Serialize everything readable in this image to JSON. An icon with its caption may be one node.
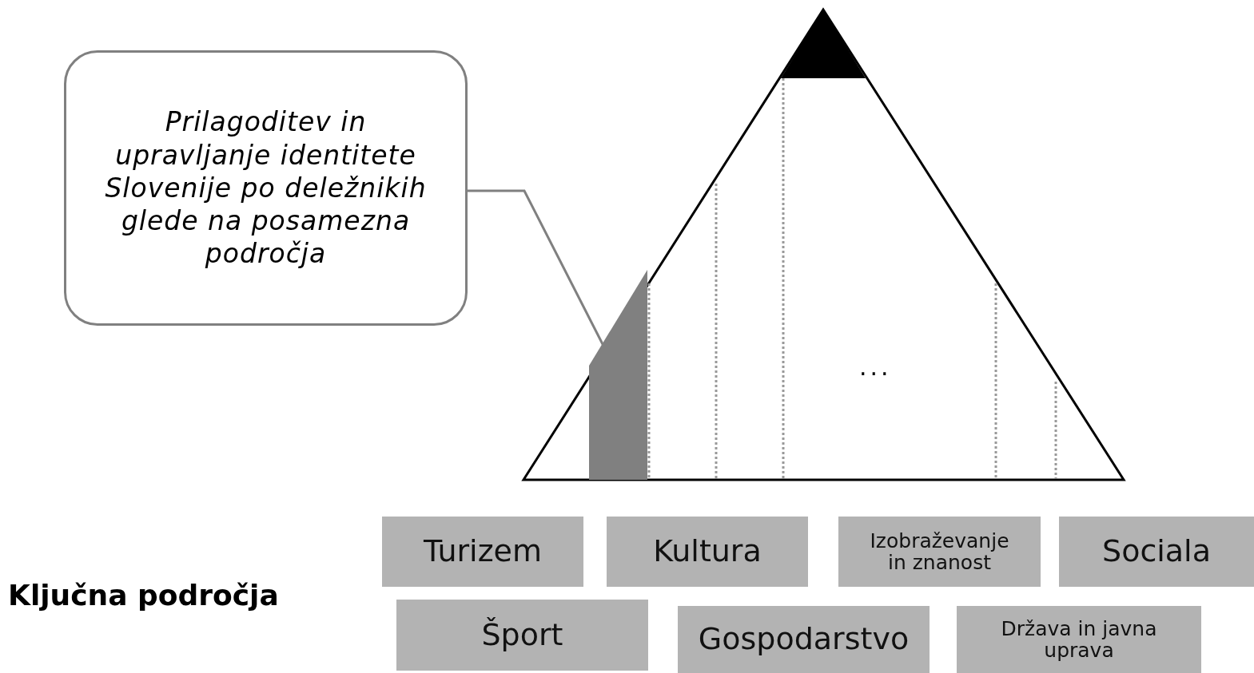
{
  "diagram": {
    "nodes": [
      {
        "text": [
          "Prilagoditev in upravljanje identitete Slovenije po deležnikih glede na posamezna področja"
        ]
      },
      {
        "text": [
          "..."
        ]
      },
      {
        "text": [],
        "shape": "triangle",
        "in": 1
      },
      {
        "text": [],
        "shape": "box",
        "in": 1
      },
      {
        "text": [
          "Turizem"
        ]
      },
      {
        "text": [
          "Kultura"
        ]
      },
      {
        "text": [
          "Izobraževanje in znanost"
        ]
      },
      {
        "text": [
          "Sociala"
        ]
      },
      {
        "text": [
          "Šport"
        ]
      },
      {
        "text": [
          "Gospodarstvo"
        ]
      },
      {
        "text": [
          "Država in javna uprava"
        ]
      }
    ],
    "edges": [
      {
        "from": 0,
        "to": 3,
        "arrow": "none"
      }
    ],
    "labels": [
      "Ključna področja"
    ]
  }
}
